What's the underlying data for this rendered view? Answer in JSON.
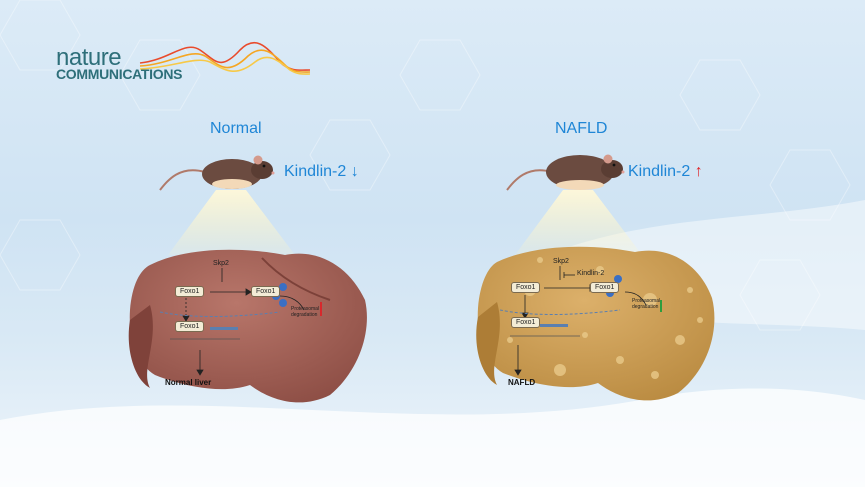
{
  "logo": {
    "line1": "nature",
    "line2": "COMMUNICATIONS"
  },
  "normal": {
    "title": "Normal",
    "kindlin": "Kindlin-2",
    "kindlin_arrow": "↓",
    "skp2": "Skp2",
    "foxo_left": "Foxo1",
    "foxo_right": "Foxo1",
    "foxo_nucleus": "Foxo1",
    "degradation": "Proteasomal\ndegradation",
    "outcome": "Normal liver"
  },
  "nafld": {
    "title": "NAFLD",
    "kindlin": "Kindlin-2",
    "kindlin_arrow": "↑",
    "skp2": "Skp2",
    "kindlin_inhibit": "Kindlin-2",
    "foxo_left": "Foxo1",
    "foxo_right": "Foxo1",
    "foxo_nucleus": "Foxo1",
    "degradation": "Proteasomal\ndegradation",
    "outcome": "NAFLD"
  },
  "colors": {
    "accent_blue": "#1f86d6",
    "down_arrow": "#1f86d6",
    "up_arrow": "#e0262a",
    "normal_liver": "#a8675c",
    "nafld_liver": "#cfa057"
  }
}
